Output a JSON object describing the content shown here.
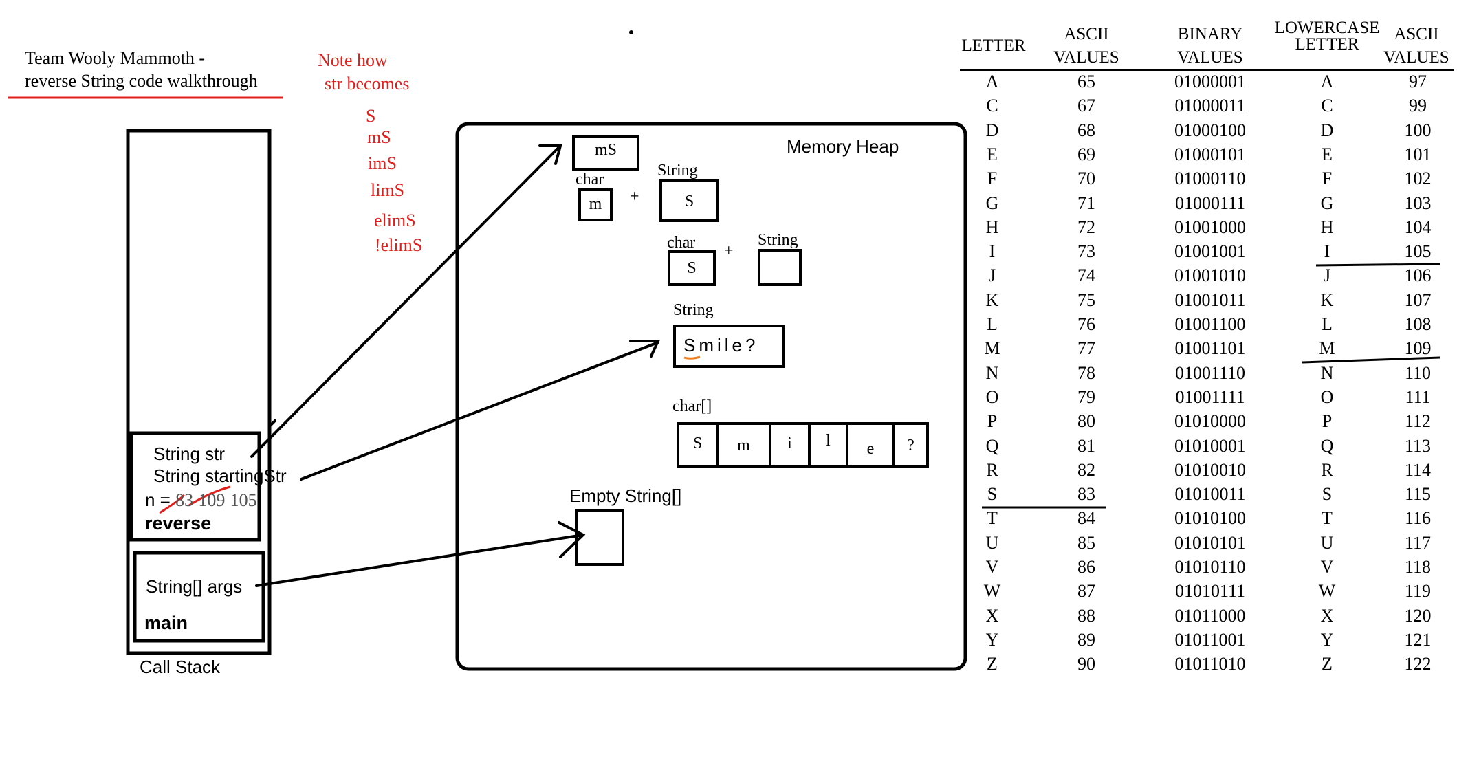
{
  "title": {
    "line1": "Team Wooly Mammoth -",
    "line2": "reverse String code walkthrough"
  },
  "note": {
    "line1": "Note how",
    "line2": "str becomes",
    "steps": [
      "S",
      "mS",
      "imS",
      "limS",
      "elimS",
      "!elimS"
    ]
  },
  "call_stack": {
    "label": "Call Stack",
    "reverse_frame": {
      "var1": "String str",
      "var2": "String startingStr",
      "n_prefix": "n =",
      "n_values": [
        "83",
        "109",
        "105"
      ],
      "name": "reverse"
    },
    "main_frame": {
      "var1": "String[] args",
      "name": "main"
    }
  },
  "heap": {
    "title": "Memory Heap",
    "ms_box": "mS",
    "char_label_1": "char",
    "char_value_1": "m",
    "plus_1": "+",
    "string_label_1": "String",
    "string_value_1": "S",
    "char_label_2": "char",
    "char_value_2": "S",
    "plus_2": "+",
    "string_label_2": "String",
    "string_value_2": "",
    "string_label_3": "String",
    "smile_first": "S",
    "smile_rest": "mile?",
    "char_array_label": "char[]",
    "char_array": [
      "S",
      "m",
      "i",
      "l",
      "e",
      "?"
    ],
    "empty_array_label": "Empty String[]"
  },
  "ascii_table": {
    "headers": {
      "letter": "LETTER",
      "ascii_1": "ASCII",
      "values_1": "VALUES",
      "binary": "BINARY",
      "values_2": "VALUES",
      "lowercase_1": "LOWERCASE",
      "lowercase_2": "LETTER",
      "ascii_2": "ASCII",
      "values_3": "VALUES"
    },
    "rows": [
      [
        "A",
        "65",
        "01000001",
        "A",
        "97"
      ],
      [
        "C",
        "67",
        "01000011",
        "C",
        "99"
      ],
      [
        "D",
        "68",
        "01000100",
        "D",
        "100"
      ],
      [
        "E",
        "69",
        "01000101",
        "E",
        "101"
      ],
      [
        "F",
        "70",
        "01000110",
        "F",
        "102"
      ],
      [
        "G",
        "71",
        "01000111",
        "G",
        "103"
      ],
      [
        "H",
        "72",
        "01001000",
        "H",
        "104"
      ],
      [
        "I",
        "73",
        "01001001",
        "I",
        "105"
      ],
      [
        "J",
        "74",
        "01001010",
        "J",
        "106"
      ],
      [
        "K",
        "75",
        "01001011",
        "K",
        "107"
      ],
      [
        "L",
        "76",
        "01001100",
        "L",
        "108"
      ],
      [
        "M",
        "77",
        "01001101",
        "M",
        "109"
      ],
      [
        "N",
        "78",
        "01001110",
        "N",
        "110"
      ],
      [
        "O",
        "79",
        "01001111",
        "O",
        "111"
      ],
      [
        "P",
        "80",
        "01010000",
        "P",
        "112"
      ],
      [
        "Q",
        "81",
        "01010001",
        "Q",
        "113"
      ],
      [
        "R",
        "82",
        "01010010",
        "R",
        "114"
      ],
      [
        "S",
        "83",
        "01010011",
        "S",
        "115"
      ],
      [
        "T",
        "84",
        "01010100",
        "T",
        "116"
      ],
      [
        "U",
        "85",
        "01010101",
        "U",
        "117"
      ],
      [
        "V",
        "86",
        "01010110",
        "V",
        "118"
      ],
      [
        "W",
        "87",
        "01010111",
        "W",
        "119"
      ],
      [
        "X",
        "88",
        "01011000",
        "X",
        "120"
      ],
      [
        "Y",
        "89",
        "01011001",
        "Y",
        "121"
      ],
      [
        "Z",
        "90",
        "01011010",
        "Z",
        "122"
      ]
    ]
  }
}
